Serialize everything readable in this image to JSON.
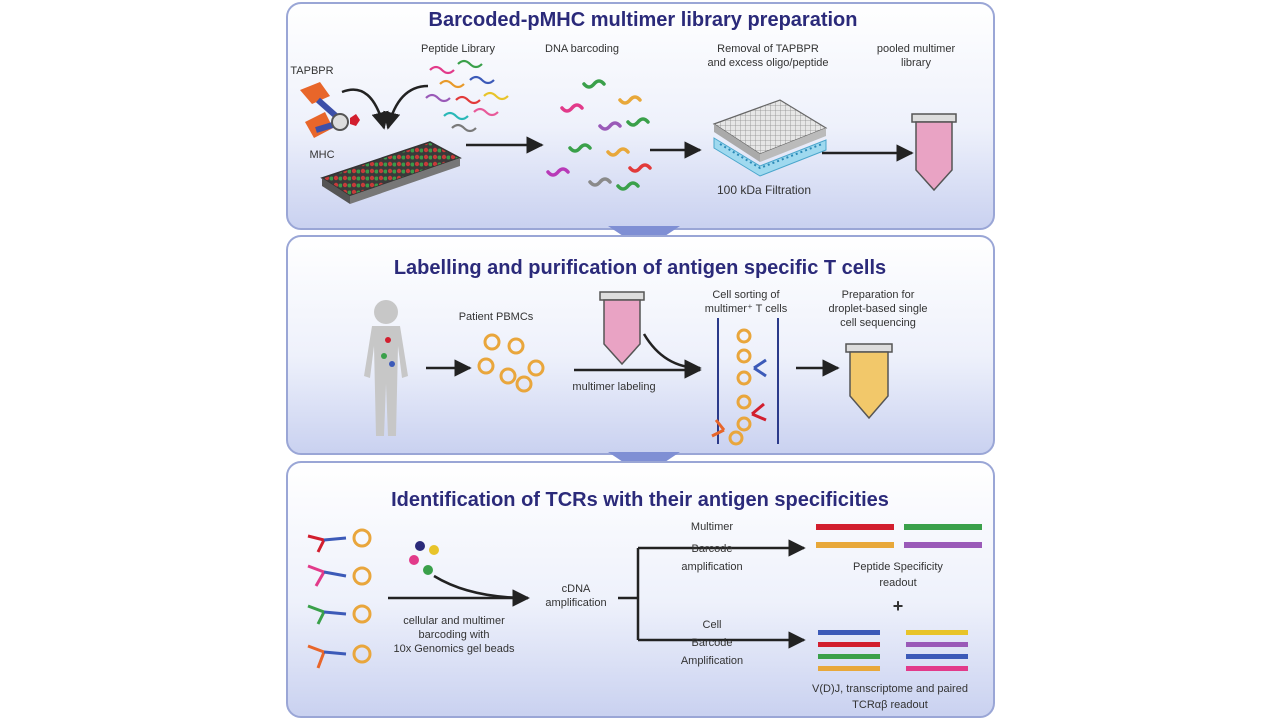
{
  "panels": [
    {
      "title": "Barcoded-pMHC multimer library preparation",
      "labels": {
        "tapbpr": "TAPBPR",
        "mhc": "MHC",
        "peptide_library": "Peptide Library",
        "dna_barcoding": "DNA barcoding",
        "removal_line1": "Removal of TAPBPR",
        "removal_line2": "and excess oligo/peptide",
        "filtration": "100 kDa Filtration",
        "pooled_line1": "pooled multimer",
        "pooled_line2": "library"
      }
    },
    {
      "title": "Labelling and purification of antigen specific T cells",
      "labels": {
        "patient_pbmcs": "Patient PBMCs",
        "multimer_labeling": "multimer labeling",
        "sorting_line1": "Cell sorting of",
        "sorting_line2": "multimer⁺ T cells",
        "prep_line1": "Preparation for",
        "prep_line2": "droplet-based single",
        "prep_line3": "cell sequencing"
      }
    },
    {
      "title": "Identification of TCRs with their antigen specificities",
      "labels": {
        "barcoding_line1": "cellular and multimer",
        "barcoding_line2": "barcoding with",
        "barcoding_line3": "10x Genomics gel beads",
        "cdna_line1": "cDNA",
        "cdna_line2": "amplification",
        "multimer_line1": "Multimer",
        "multimer_line2": "Barcode",
        "multimer_line3": "amplification",
        "cell_line1": "Cell",
        "cell_line2": "Barcode",
        "cell_line3": "Amplification",
        "peptide_line1": "Peptide Specificity",
        "peptide_line2": "readout",
        "plus": "+",
        "vdj_line1": "V(D)J, transcriptome and paired",
        "vdj_line2": "TCRαβ readout"
      }
    }
  ],
  "colors": {
    "title": "#2b2a7a",
    "panel_border": "#9aa6d6",
    "panel_top": "#ffffff",
    "panel_bottom": "#c9d1f0",
    "connector_arrow": "#7f8fd4",
    "bead": "#e9a63c",
    "tube_fill": "#e9a3c4",
    "tube_yellow": "#f2c86a"
  },
  "icons": [
    "tapbpr-mhc-icon",
    "well-plate-icon",
    "peptide-squiggles-icon",
    "filter-plate-icon",
    "tube-icon",
    "human-silhouette-icon",
    "pbmc-beads-icon",
    "sorting-channel-icon",
    "gel-bead-icon",
    "barcode-read-icon"
  ]
}
